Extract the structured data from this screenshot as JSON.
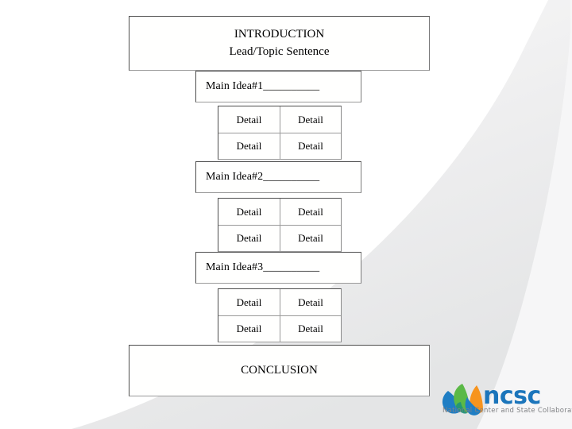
{
  "slide": {
    "background_color": "#ffffff",
    "decor_color": "#eceded"
  },
  "intro": {
    "title": "INTRODUCTION",
    "subtitle": "Lead/Topic Sentence"
  },
  "sections": [
    {
      "main_idea": "Main Idea#1__________",
      "details": [
        "Detail",
        "Detail",
        "Detail",
        "Detail"
      ]
    },
    {
      "main_idea": "Main Idea#2__________",
      "details": [
        "Detail",
        "Detail",
        "Detail",
        "Detail"
      ]
    },
    {
      "main_idea": "Main Idea#3__________",
      "details": [
        "Detail",
        "Detail",
        "Detail",
        "Detail"
      ]
    }
  ],
  "conclusion": {
    "title": "CONCLUSION"
  },
  "logo": {
    "wordmark": "ncsc",
    "tagline": "National Center and State Collaborative",
    "wordmark_color": "#1b75bb",
    "tagline_color": "#808285",
    "petal_blue": "#1f7ec4",
    "petal_green": "#5bb947",
    "petal_orange": "#f7941e"
  }
}
